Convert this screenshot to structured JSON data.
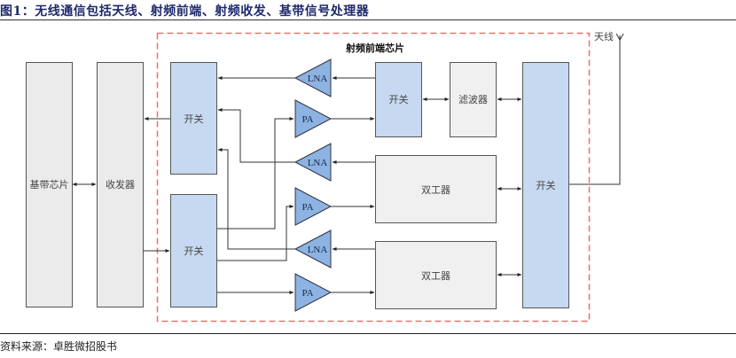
{
  "title": "图1：无线通信包括天线、射频前端、射频收发、基带信号处理器",
  "footer": {
    "source": "资料来源：卓胜微招股书"
  },
  "colors": {
    "title": "#1f2a6b",
    "dashed_border": "#f26d6d",
    "blue_block": "#c6d9f0",
    "gray_block": "#ebebeb",
    "light_block": "#f0f0f0",
    "amplifier": "#8db3e2",
    "line": "#333333"
  },
  "diagram": {
    "rf_frontend_label": "射频前端芯片",
    "antenna_label": "天线",
    "blocks": {
      "baseband": "基带芯片",
      "transceiver": "收发器",
      "switch_tx_rx_top": "开关",
      "switch_tx_rx_bottom": "开关",
      "switch_filter": "开关",
      "filter": "滤波器",
      "duplexer_1": "双工器",
      "duplexer_2": "双工器",
      "antenna_switch": "开关"
    },
    "amplifiers": {
      "lna_1": "LNA",
      "pa_1": "PA",
      "lna_2": "LNA",
      "pa_2": "PA",
      "lna_3": "LNA",
      "pa_3": "PA"
    }
  }
}
